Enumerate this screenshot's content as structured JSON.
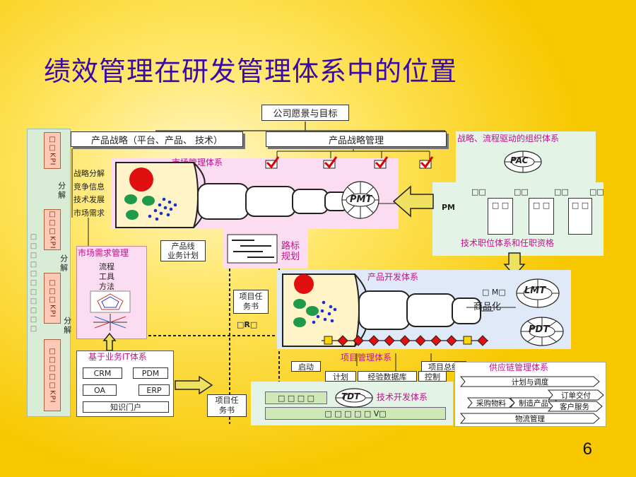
{
  "title": "绩效管理在研发管理体系中的位置",
  "page_number": "6",
  "top_box": "公司愿景与目标",
  "strategy_box": "产品战略（平台、产品、 技术）",
  "strategy_mgmt_box": "产品战略管理",
  "left_column": {
    "kpi_labels": [
      "□□KPI",
      "□□□KPI",
      "□□□KPI",
      "□□□□□KPI"
    ],
    "decompose": [
      "分解",
      "分解",
      "分解"
    ],
    "side_text": "□□□□□□□□□□□"
  },
  "strategy_inputs": [
    "战略分解",
    "竞争信息",
    "技术发展",
    "市场需求"
  ],
  "market_mgmt": {
    "title": "市场管理体系",
    "badge": "PMT"
  },
  "product_line_plan": "产品线\n业务计划",
  "roadmap_label": "路标\n规划",
  "market_req_mgmt": {
    "title": "市场需求管理",
    "items": [
      "流程",
      "工具",
      "方法"
    ]
  },
  "task_book_1": "项目任\n务书",
  "r_label": "□R□",
  "org_system": {
    "title": "战略、流程驱动的组织体系",
    "badge": "PAC",
    "pm": "PM",
    "cells": [
      "□□",
      "□□",
      "□□",
      "□□",
      "□ □",
      "□ □",
      "□ □"
    ],
    "caption": "技术职位体系和任职资格"
  },
  "product_dev": {
    "title": "产品开发体系",
    "m_label": "□ M□",
    "lmt": "LMT",
    "commercialize": "商品化",
    "pdt": "PDT"
  },
  "project_mgmt": {
    "title": "项目管理体系",
    "start": "启动",
    "summary": "项目总结",
    "plan": "计划",
    "experience_db": "经验数据库",
    "control": "控制"
  },
  "it_system": {
    "title": "基于业务IT体系",
    "crm": "CRM",
    "pdm": "PDM",
    "oa": "OA",
    "erp": "ERP",
    "portal": "知识门户"
  },
  "tech_dev": {
    "title": "技术开发体系",
    "badge": "TDT",
    "bar1": "□ □ □ □",
    "bar2": "□ □ □ □ □ V□"
  },
  "task_book_2": "项目任\n务书",
  "supply_chain": {
    "title": "供应链管理体系",
    "plan": "计划与调度",
    "purchase": "采购物料",
    "manufacture": "制造产品",
    "order": "订单交付",
    "service": "客户服务",
    "logistics": "物流管理"
  },
  "colors": {
    "title": "#3a0aa8",
    "magenta": "#c0138a",
    "red": "#e01010",
    "green": "#1f9a4a",
    "blue": "#1a2fd0",
    "arrow": "#f0e060"
  }
}
